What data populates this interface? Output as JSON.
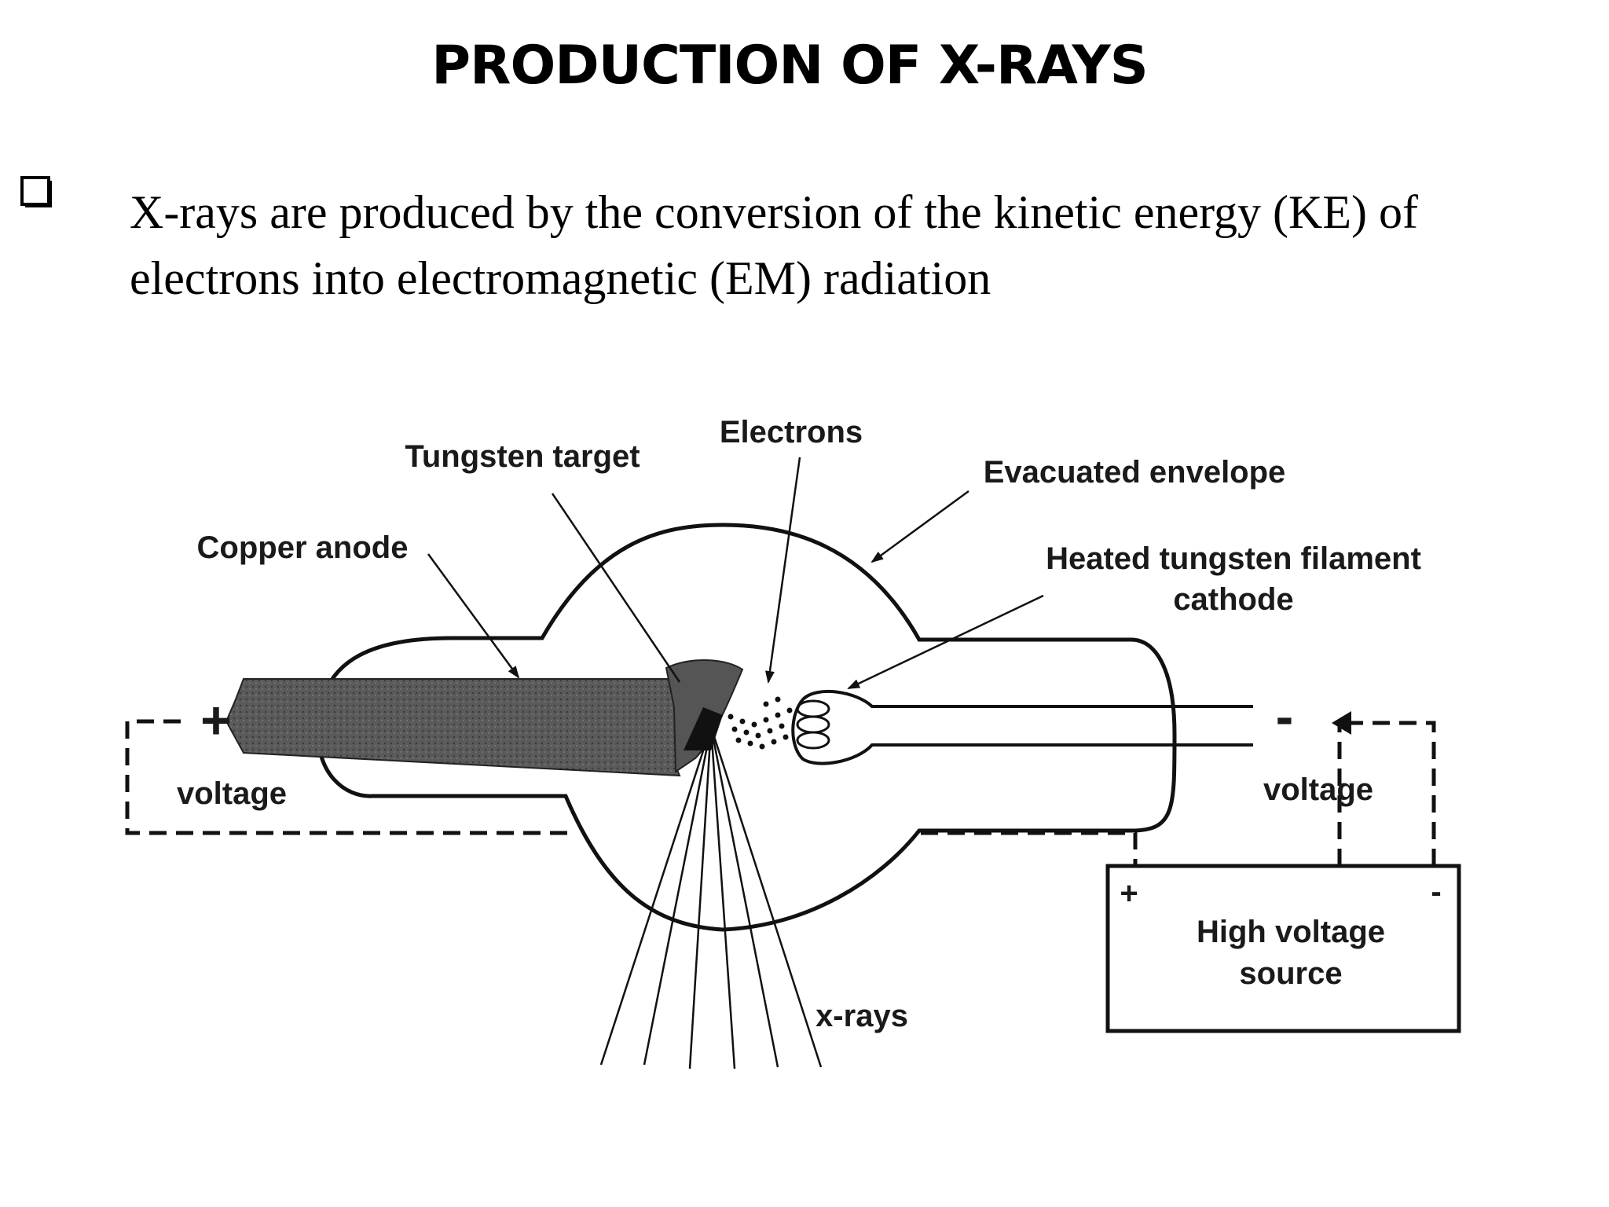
{
  "slide": {
    "title": "PRODUCTION OF X-RAYS",
    "bullet_text": "X-rays are produced by the conversion of  the kinetic energy (KE) of  electrons into electromagnetic  (EM) radiation"
  },
  "diagram": {
    "labels": {
      "electrons": "Electrons",
      "tungsten_target": "Tungsten target",
      "evacuated_envelope": "Evacuated envelope",
      "copper_anode": "Copper anode",
      "filament_line1": "Heated tungsten filament",
      "filament_line2": "cathode",
      "plus_sign": "+",
      "minus_sign": "-",
      "voltage_left": "voltage",
      "voltage_right": "voltage",
      "hv_plus": "+",
      "hv_minus": "-",
      "hv_line1": "High voltage",
      "hv_line2": "source",
      "xrays": "x-rays"
    }
  }
}
